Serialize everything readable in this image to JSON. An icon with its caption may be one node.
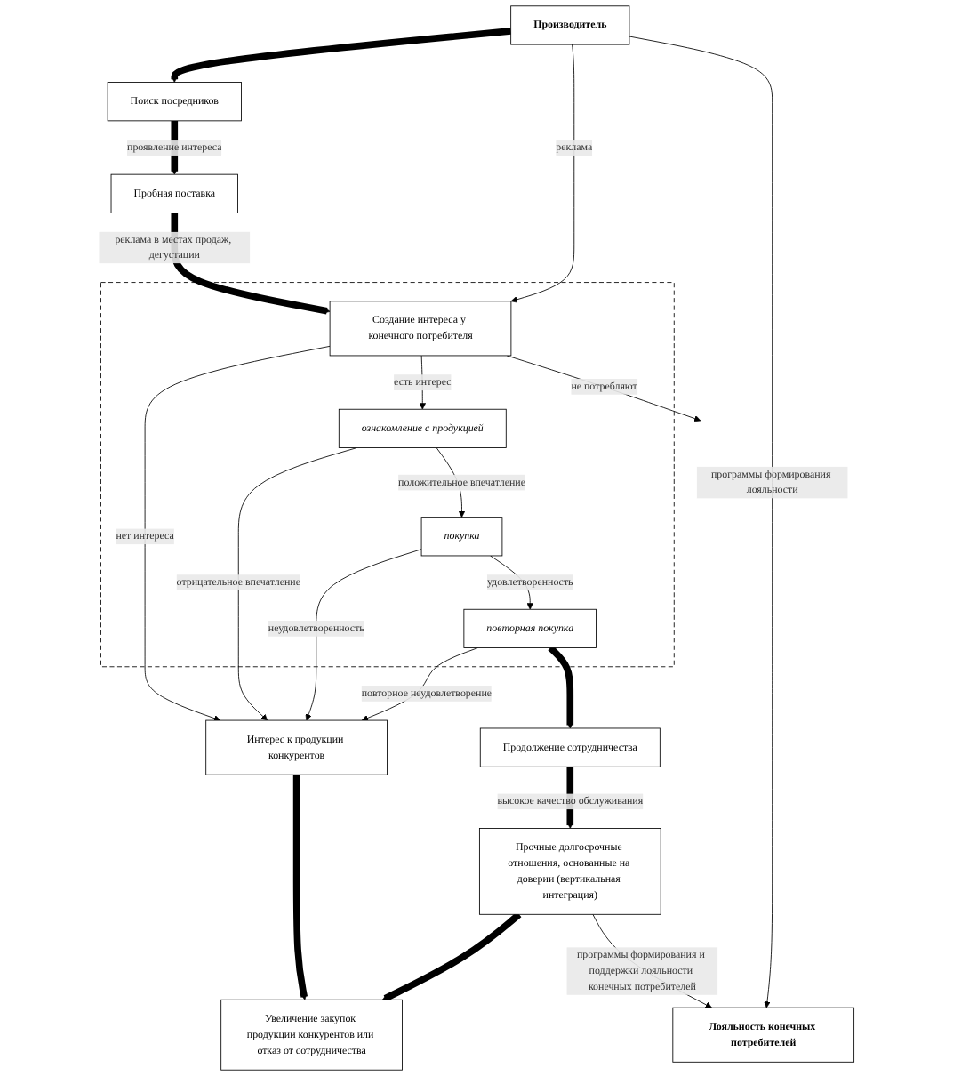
{
  "diagram": {
    "nodes": [
      {
        "text": [
          "Производитель"
        ]
      },
      {
        "text": [
          "Поиск посредников"
        ]
      },
      {
        "text": [
          "Пробная поставка"
        ]
      },
      {
        "text": [],
        "shape": "box"
      },
      {
        "text": [
          "Создание интереса у конечного потребителя"
        ],
        "in": 3
      },
      {
        "text": [
          "ознакомление с продукцией"
        ],
        "in": 3
      },
      {
        "text": [
          "покупка"
        ],
        "in": 3
      },
      {
        "text": [
          "повторная покупка"
        ],
        "in": 3
      },
      {
        "text": [
          "Интерес к продукции конкурентов"
        ]
      },
      {
        "text": [
          "Увеличение закупок продукции конкурентов или отказ от сотрудничества"
        ]
      },
      {
        "text": [
          "Продолжение сотрудничества"
        ]
      },
      {
        "text": [
          "Прочные долгосрочные отношения, основанные на доверии (вертикальная интеграция)"
        ]
      },
      {
        "text": [
          "Лояльность конечных потребителей"
        ]
      }
    ],
    "edges": [
      {
        "from": 0,
        "to": 1,
        "arrow": "to",
        "style": "thick"
      },
      {
        "from": 1,
        "to": 2,
        "arrow": "to",
        "style": "thick",
        "label": "проявление интереса"
      },
      {
        "from": 2,
        "to": 4,
        "arrow": "to",
        "style": "thick",
        "label": "реклама в местах продаж, дегустации"
      },
      {
        "from": 0,
        "to": 4,
        "arrow": "to",
        "label": "реклама"
      },
      {
        "from": 4,
        "to": null,
        "arrow": "to",
        "label": "не потребляют"
      },
      {
        "from": 4,
        "to": 8,
        "arrow": "to",
        "label": "нет интереса"
      },
      {
        "from": 4,
        "to": 5,
        "arrow": "to",
        "label": "есть интерес"
      },
      {
        "from": 5,
        "to": 8,
        "arrow": "to",
        "label": "отрицательное впечатление"
      },
      {
        "from": 5,
        "to": 6,
        "arrow": "to",
        "label": "положительное впечатление"
      },
      {
        "from": 6,
        "to": 8,
        "arrow": "to",
        "label": "неудовлетворенность"
      },
      {
        "from": 6,
        "to": 7,
        "arrow": "to",
        "label": "удовлетворенность"
      },
      {
        "from": 7,
        "to": 8,
        "arrow": "to",
        "label": "повторное неудовлетворение"
      },
      {
        "from": 7,
        "to": 10,
        "arrow": "to",
        "style": "thick"
      },
      {
        "from": 8,
        "to": 9,
        "arrow": "to",
        "style": "thick"
      },
      {
        "from": 10,
        "to": 11,
        "arrow": "to",
        "style": "thick",
        "label": "высокое качество обслуживания"
      },
      {
        "from": 11,
        "to": 9,
        "arrow": "to",
        "style": "thick"
      },
      {
        "from": 11,
        "to": 12,
        "arrow": "to",
        "label": "программы формирования и поддержки лояльности конечных потребителей"
      },
      {
        "from": 0,
        "to": 12,
        "arrow": "to",
        "label": "программы формирования лояльности"
      }
    ]
  }
}
